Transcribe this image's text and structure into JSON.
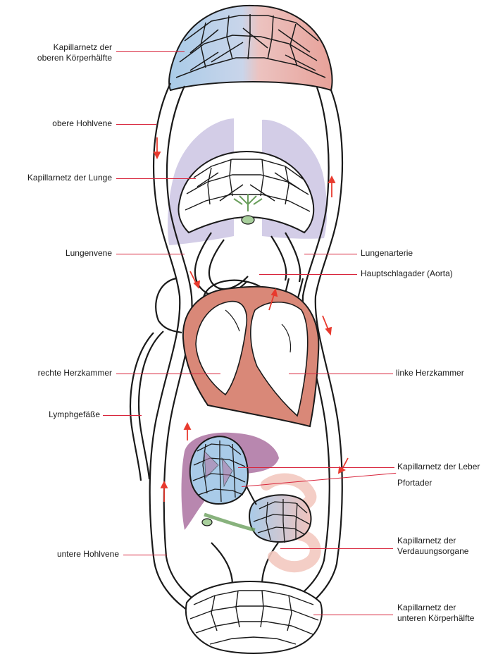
{
  "labels": {
    "capillary_upper": [
      "Kapillarnetz der",
      "oberen Körperhälfte"
    ],
    "upper_vena_cava": "obere Hohlvene",
    "capillary_lung": "Kapillarnetz der Lunge",
    "pulmonary_vein": "Lungenvene",
    "pulmonary_artery": "Lungenarterie",
    "aorta": "Hauptschlagader (Aorta)",
    "right_ventricle": "rechte Herzkammer",
    "left_ventricle": "linke Herzkammer",
    "lymph_vessels": "Lymphgefäße",
    "capillary_liver": "Kapillarnetz der Leber",
    "portal_vein": "Pfortader",
    "capillary_digestive": [
      "Kapillarnetz der",
      "Verdauungsorgane"
    ],
    "lower_vena_cava": "untere Hohlvene",
    "capillary_lower": [
      "Kapillarnetz der",
      "unteren Körperhälfte"
    ]
  },
  "colors": {
    "leader_line": "#d8243b",
    "arrow": "#e83a2e",
    "venous_blue": "#a9cbe8",
    "arterial_red": "#e7a199",
    "lung_lilac": "#cbc4e3",
    "heart_muscle": "#d98878",
    "liver_purple": "#b07aa6",
    "intestine_pink": "#f3c9c0",
    "lymph_green": "#a8cf9c"
  }
}
